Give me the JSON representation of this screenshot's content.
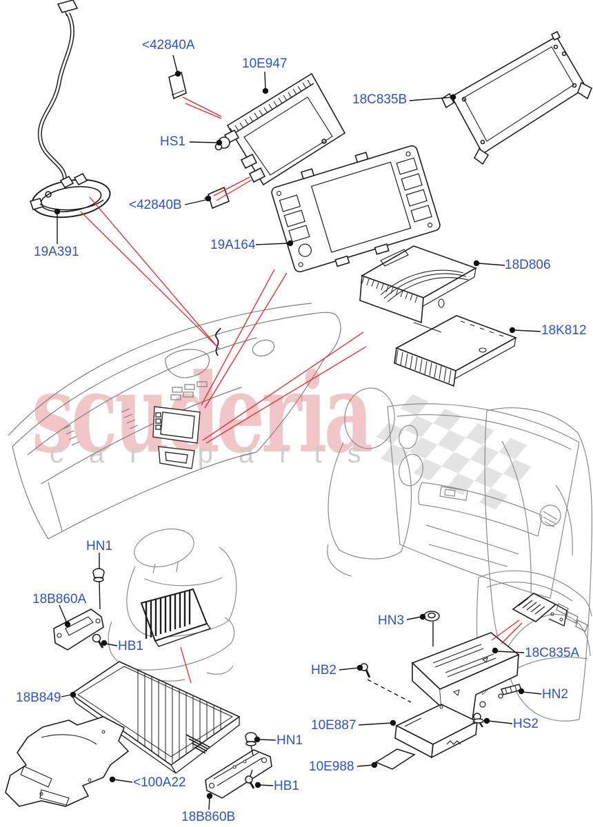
{
  "watermark": {
    "brand": "scuderia",
    "tagline": "car parts"
  },
  "colors": {
    "label_blue": "#2b50d4",
    "leader_red": "#fe1b1b",
    "line_black": "#1c1c1c",
    "sketch_gray": "#868686",
    "watermark_pink": "#d5424d",
    "watermark_gray": "#cdcdcd"
  },
  "labels": [
    {
      "id": "42840A",
      "text": "<42840A"
    },
    {
      "id": "10E947",
      "text": "10E947"
    },
    {
      "id": "18C835B",
      "text": "18C835B"
    },
    {
      "id": "HS1",
      "text": "HS1"
    },
    {
      "id": "42840B",
      "text": "<42840B"
    },
    {
      "id": "19A391",
      "text": "19A391"
    },
    {
      "id": "19A164",
      "text": "19A164"
    },
    {
      "id": "18D806",
      "text": "18D806"
    },
    {
      "id": "18K812",
      "text": "18K812"
    },
    {
      "id": "HN1-top",
      "text": "HN1"
    },
    {
      "id": "18B860A",
      "text": "18B860A"
    },
    {
      "id": "HB1-top",
      "text": "HB1"
    },
    {
      "id": "18B849",
      "text": "18B849"
    },
    {
      "id": "100A22",
      "text": "<100A22"
    },
    {
      "id": "HN1-bot",
      "text": "HN1"
    },
    {
      "id": "HB1-bot",
      "text": "HB1"
    },
    {
      "id": "18B860B",
      "text": "18B860B"
    },
    {
      "id": "HN3",
      "text": "HN3"
    },
    {
      "id": "18C835A",
      "text": "18C835A"
    },
    {
      "id": "HB2",
      "text": "HB2"
    },
    {
      "id": "HN2",
      "text": "HN2"
    },
    {
      "id": "HS2",
      "text": "HS2"
    },
    {
      "id": "10E887",
      "text": "10E887"
    },
    {
      "id": "10E988",
      "text": "10E988"
    }
  ]
}
